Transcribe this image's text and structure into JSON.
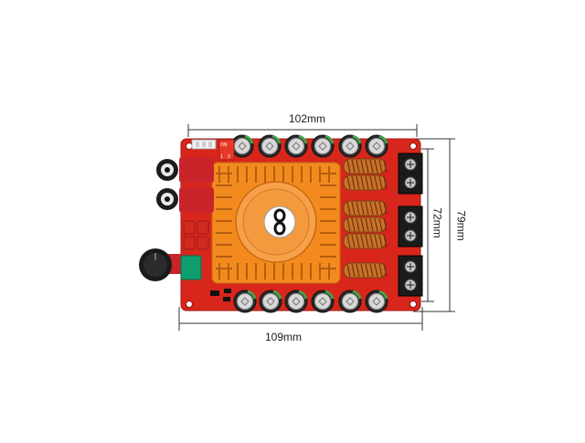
{
  "product": {
    "icon": "amplifier-board",
    "colors": {
      "board": "#d8261c",
      "heatsink": "#f28a1e",
      "capacitor_sleeve": "#2b2b2b",
      "inductor_wire": "#b8621f",
      "terminal": "#1b1b1b",
      "switch_body": "#c9242a",
      "logo_disc": "#ffffff"
    },
    "dip_switch_on_label": "ON",
    "dip_switch_pos_labels": [
      "1",
      "2"
    ]
  },
  "dimensions": {
    "width_top": "102mm",
    "width_bottom": "109mm",
    "height_inner": "72mm",
    "height_outer": "79mm"
  }
}
